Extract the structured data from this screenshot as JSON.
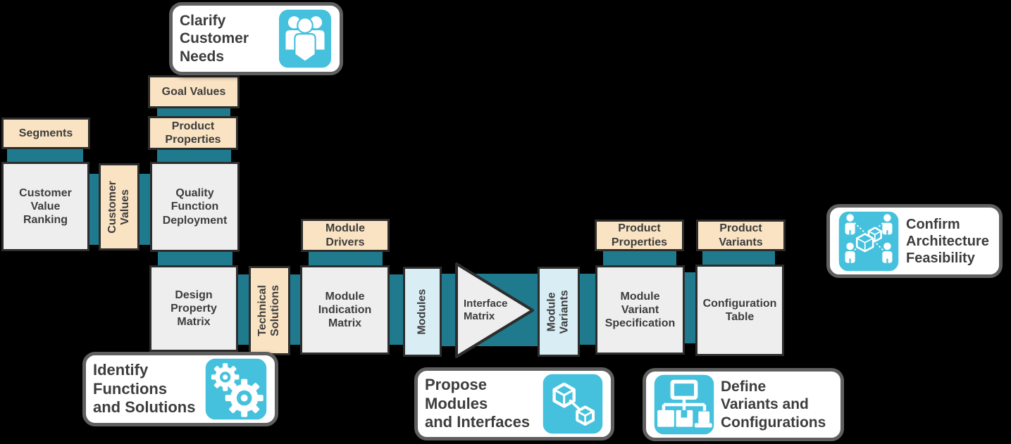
{
  "title": "Modular product architecture process diagram",
  "colors": {
    "bg": "#000000",
    "teal": "#1f7a8e",
    "icon_cyan": "#45c1dd",
    "tan": "#fae3c2",
    "gray_box": "#eeeeee",
    "blue_box": "#d9edf4",
    "border_dark": "#2d2d2d",
    "callout_border": "#5f5f5f",
    "text": "#3d3d3d",
    "white": "#ffffff"
  },
  "phases": {
    "clarify": {
      "label": "Clarify\nCustomer\nNeeds",
      "icon": "people-group-icon"
    },
    "identify": {
      "label": "Identify\nFunctions\nand Solutions",
      "icon": "gears-icon"
    },
    "propose": {
      "label": "Propose\nModules\nand Interfaces",
      "icon": "linked-cubes-icon"
    },
    "define": {
      "label": "Define\nVariants and\nConfigurations",
      "icon": "hierarchy-icon"
    },
    "confirm": {
      "label": "Confirm\nArchitecture\nFeasibility",
      "icon": "people-cubes-icon"
    }
  },
  "nodes": {
    "segments": {
      "label": "Segments"
    },
    "goal_values": {
      "label": "Goal Values"
    },
    "product_properties_top": {
      "label": "Product\nProperties"
    },
    "customer_value_ranking": {
      "label": "Customer\nValue\nRanking"
    },
    "customer_values": {
      "label": "Customer\nValues"
    },
    "quality_function_deployment": {
      "label": "Quality\nFunction\nDeployment"
    },
    "design_property_matrix": {
      "label": "Design\nProperty\nMatrix"
    },
    "technical_solutions": {
      "label": "Technical\nSolutions"
    },
    "module_drivers": {
      "label": "Module\nDrivers"
    },
    "module_indication_matrix": {
      "label": "Module\nIndication\nMatrix"
    },
    "modules": {
      "label": "Modules"
    },
    "interface_matrix": {
      "label": "Interface\nMatrix"
    },
    "module_variants": {
      "label": "Module\nVariants"
    },
    "product_properties_right": {
      "label": "Product\nProperties"
    },
    "module_variant_specification": {
      "label": "Module\nVariant\nSpecification"
    },
    "product_variants": {
      "label": "Product\nVariants"
    },
    "configuration_table": {
      "label": "Configuration\nTable"
    }
  }
}
